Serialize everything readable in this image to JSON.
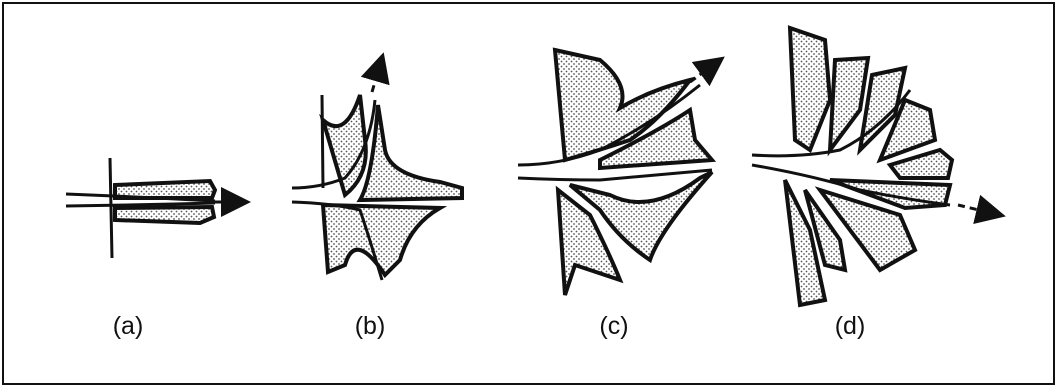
{
  "panels": [
    {
      "label": "(a)"
    },
    {
      "label": "(b)"
    },
    {
      "label": "(c)"
    },
    {
      "label": "(d)"
    }
  ],
  "colors": {
    "ink": "#111111",
    "stipple": "#9a9a9a",
    "background": "#ffffff"
  },
  "icons": [
    "arrow-icon"
  ]
}
